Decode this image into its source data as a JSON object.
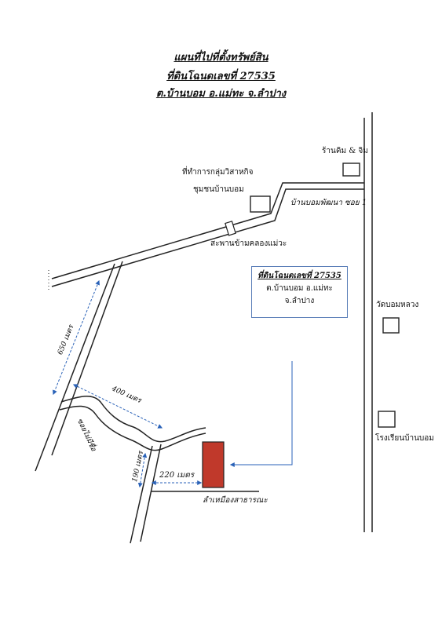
{
  "title": {
    "line1": "แผนที่ไปที่ตั้งทรัพย์สิน",
    "line2": "ที่ดินโฉนดเลขที่ 27535",
    "line3": "ต.บ้านบอม อ.แม่ทะ จ.ลำปาง"
  },
  "info_box": {
    "line1": "ที่ดินโฉนดเลขที่ 27535",
    "line2": "ต.บ้านบอม อ.แม่ทะ",
    "line3": "จ.ลำปาง"
  },
  "landmarks": {
    "shop": "ร้านคิม & จิม",
    "community_office_line1": "ที่ทำการกลุ่มวิสาหกิจ",
    "community_office_line2": "ชุมชนบ้านบอม",
    "soi1": "บ้านบอมพัฒนา ซอย 1",
    "bridge": "สะพานข้ามคลองแม่วะ",
    "temple": "วัดบอมหลวง",
    "school": "โรงเรียนบ้านบอม",
    "public_ditch": "ลำเหมืองสาธารณะ",
    "unnamed_soi": "ซอยไม่มีชื่อ"
  },
  "distances": {
    "d650": "650 เมตร",
    "d400": "400 เมตร",
    "d190": "190 เมตร",
    "d220": "220 เมตร"
  },
  "colors": {
    "road": "#222222",
    "arrow": "#2a62b8",
    "box_border": "#5b7fb8",
    "property_fill": "#c0392b"
  }
}
